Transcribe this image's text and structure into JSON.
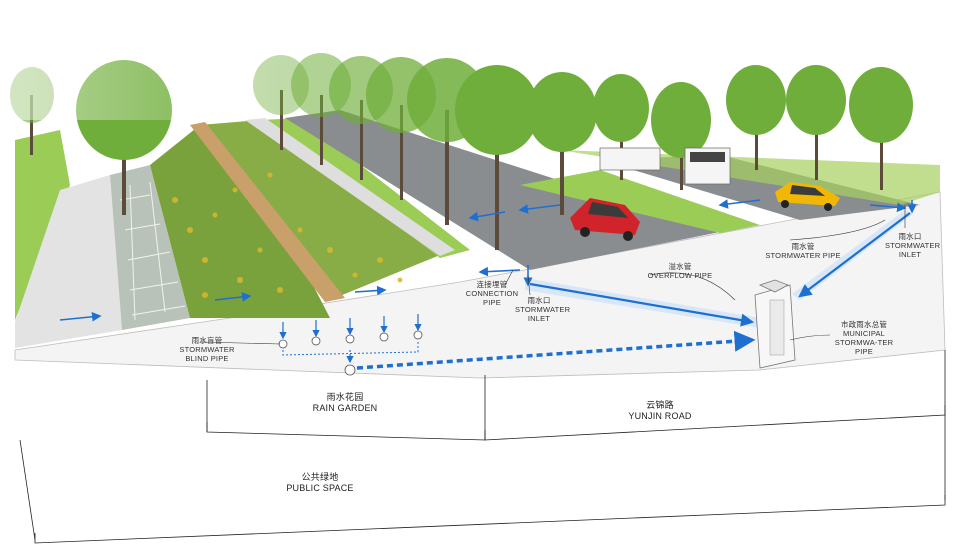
{
  "labels": {
    "stormwater_blind_pipe": {
      "zh": "雨水盲管",
      "en": "STORMWATER BLIND PIPE"
    },
    "connection_pipe": {
      "zh": "连接埋管",
      "en": "CONNECTION PIPE"
    },
    "stormwater_inlet_left": {
      "zh": "雨水口",
      "en": "STORMWATER INLET"
    },
    "overflow_pipe": {
      "zh": "溢水管",
      "en": "OVERFLOW PIPE"
    },
    "stormwater_pipe": {
      "zh": "雨水管",
      "en": "STORMWATER PIPE"
    },
    "stormwater_inlet_right": {
      "zh": "雨水口",
      "en": "STORMWATER INLET"
    },
    "municipal_pipe": {
      "zh": "市政雨水总管",
      "en": "MUNICIPAL STORMWA-TER PIPE"
    },
    "rain_garden": {
      "zh": "雨水花园",
      "en": "RAIN GARDEN"
    },
    "yunjin_road": {
      "zh": "云锦路",
      "en": "YUNJIN ROAD"
    },
    "public_space": {
      "zh": "公共绿地",
      "en": "PUBLIC SPACE"
    }
  },
  "colors": {
    "grass": "#8dc63f",
    "road": "#8a8d90",
    "water": "#1f6fd1",
    "tree": "#6fae3a",
    "car_red": "#d0232a",
    "taxi": "#f2b705"
  }
}
